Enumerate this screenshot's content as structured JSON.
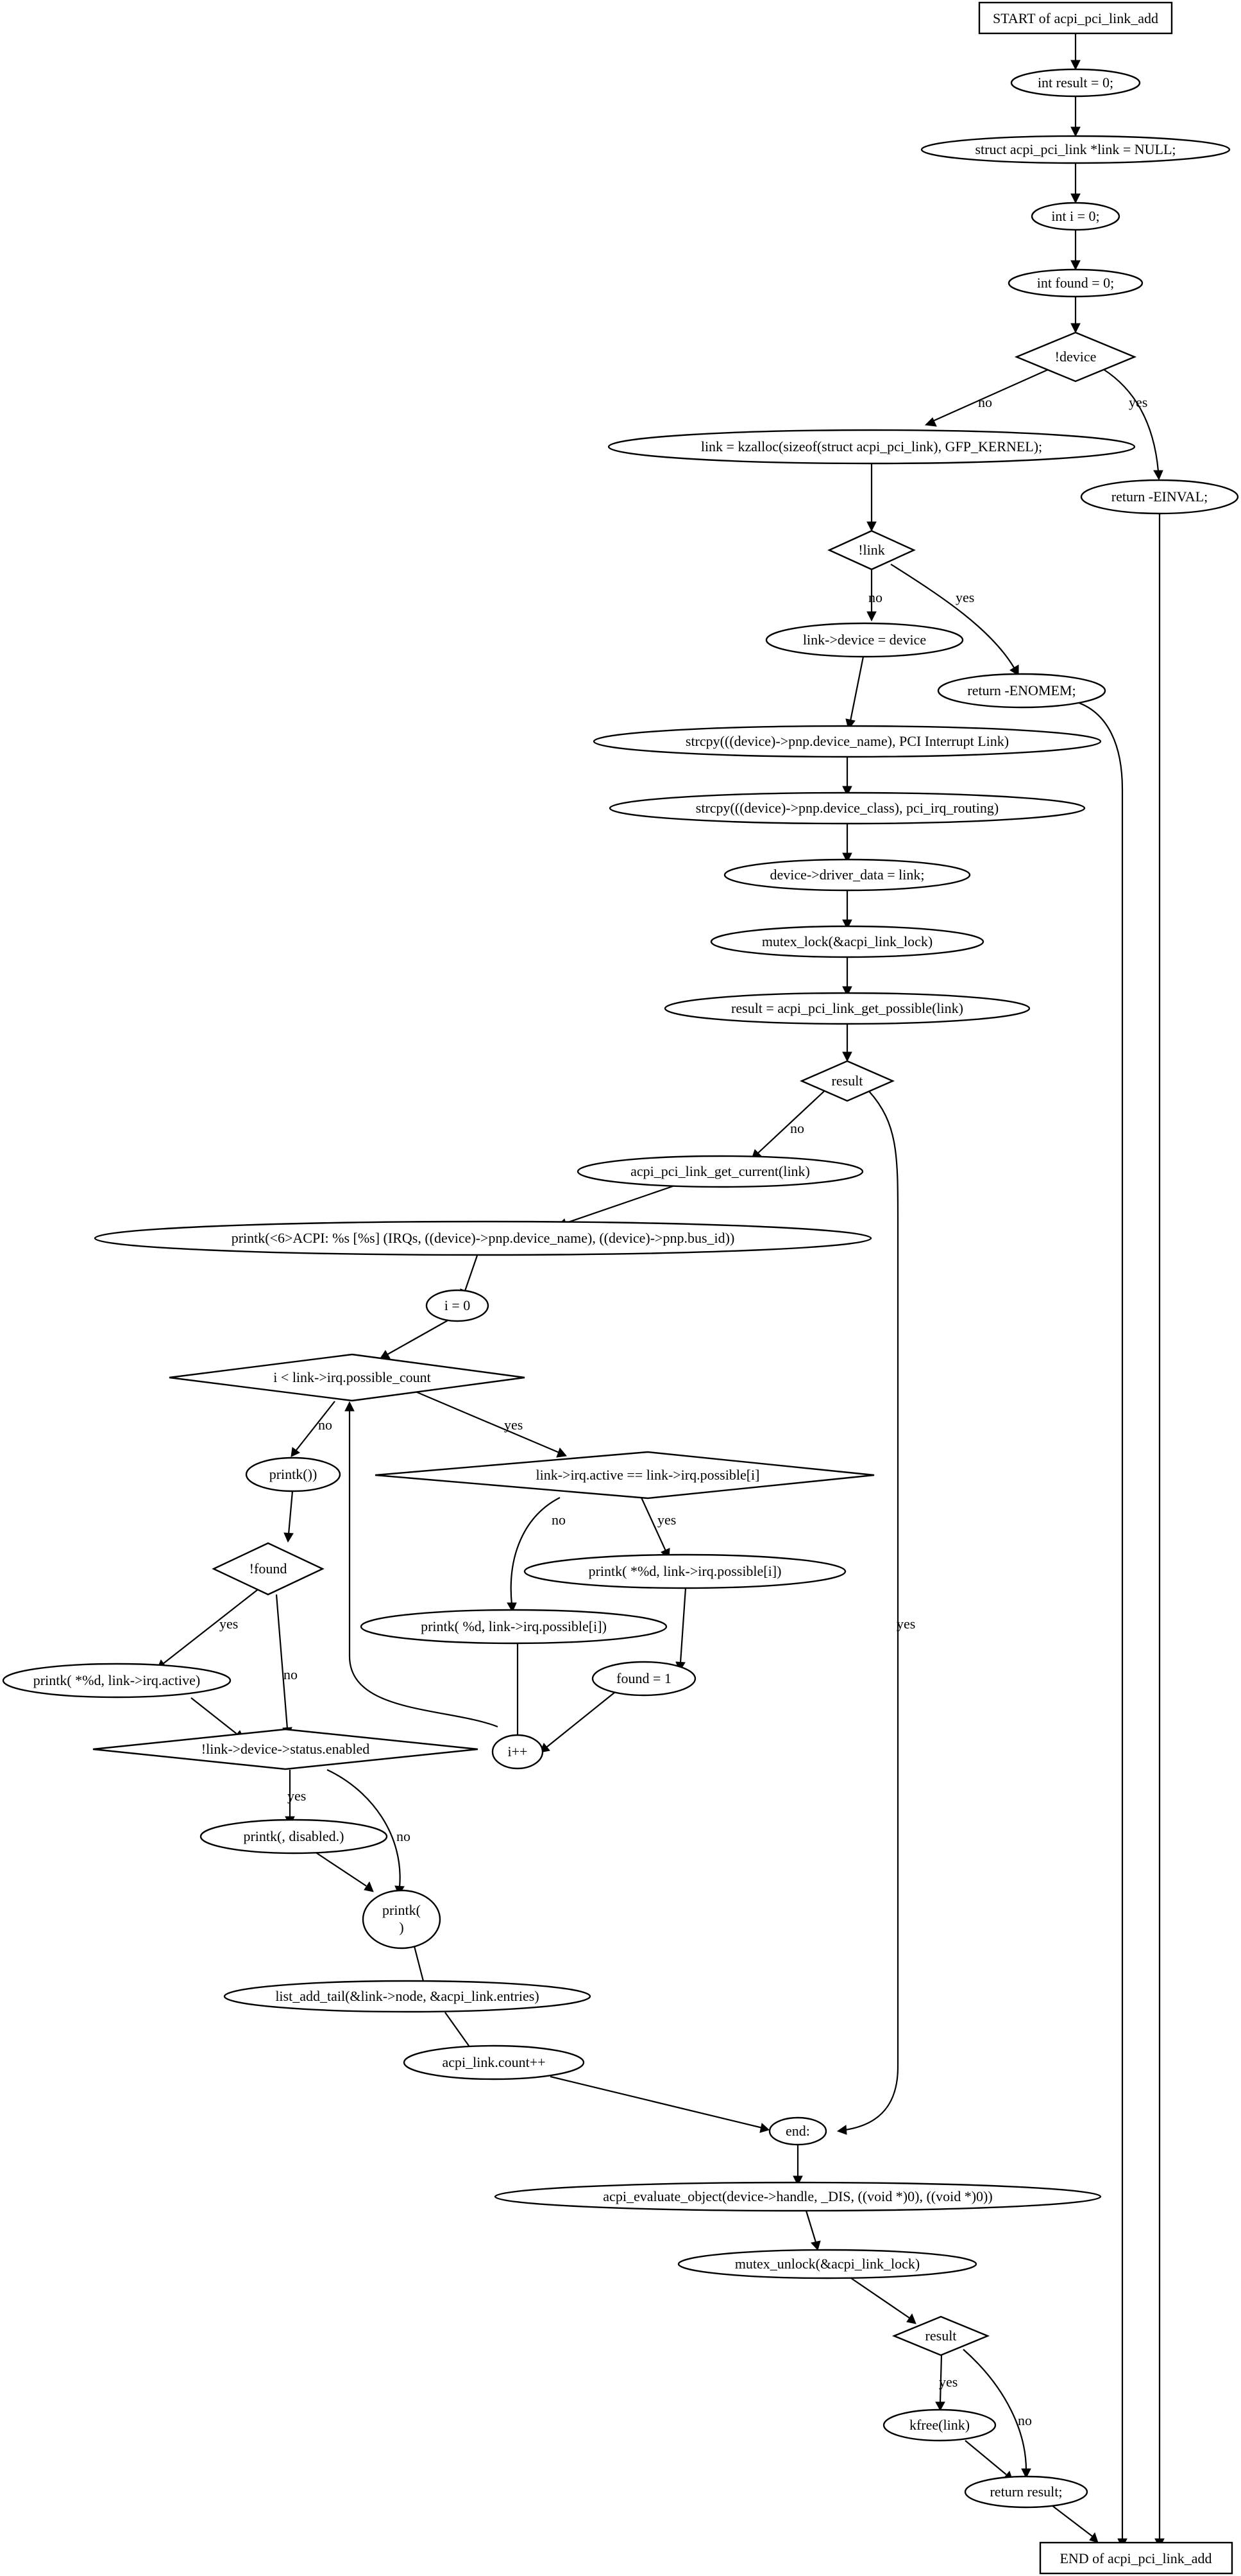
{
  "colors": {
    "highlight_lock": "#add8e6",
    "highlight_unlock": "#ffff00",
    "stroke": "#000000",
    "background": "#ffffff"
  },
  "nodes": {
    "start": {
      "label": "START of acpi_pci_link_add",
      "shape": "box"
    },
    "n_result_decl": {
      "label": "int result = 0;",
      "shape": "ellipse"
    },
    "n_link_decl": {
      "label": "struct acpi_pci_link *link = NULL;",
      "shape": "ellipse"
    },
    "n_i_decl": {
      "label": "int i = 0;",
      "shape": "ellipse"
    },
    "n_found_decl": {
      "label": "int found = 0;",
      "shape": "ellipse"
    },
    "d_device": {
      "label": "!device",
      "shape": "diamond"
    },
    "n_kzalloc": {
      "label": "link = kzalloc(sizeof(struct acpi_pci_link), GFP_KERNEL);",
      "shape": "ellipse"
    },
    "n_ret_einval": {
      "label": "return -EINVAL;",
      "shape": "ellipse"
    },
    "d_link": {
      "label": "!link",
      "shape": "diamond"
    },
    "n_link_device": {
      "label": "link->device = device",
      "shape": "ellipse"
    },
    "n_ret_enomem": {
      "label": "return -ENOMEM;",
      "shape": "ellipse"
    },
    "n_strcpy_name": {
      "label": "strcpy(((device)->pnp.device_name), PCI Interrupt Link)",
      "shape": "ellipse"
    },
    "n_strcpy_class": {
      "label": "strcpy(((device)->pnp.device_class), pci_irq_routing)",
      "shape": "ellipse"
    },
    "n_driver_data": {
      "label": "device->driver_data = link;",
      "shape": "ellipse"
    },
    "n_mutex_lock": {
      "label": "mutex_lock(&acpi_link_lock)",
      "shape": "ellipse",
      "fill": "highlight_lock"
    },
    "n_get_possible": {
      "label": "result = acpi_pci_link_get_possible(link)",
      "shape": "ellipse"
    },
    "d_result1": {
      "label": "result",
      "shape": "diamond"
    },
    "n_get_current": {
      "label": "acpi_pci_link_get_current(link)",
      "shape": "ellipse"
    },
    "n_printk_irqs": {
      "label": "printk(<6>ACPI: %s [%s] (IRQs, ((device)->pnp.device_name), ((device)->pnp.bus_id))",
      "shape": "ellipse"
    },
    "n_i_zero": {
      "label": "i = 0",
      "shape": "ellipse"
    },
    "d_loop": {
      "label": "i < link->irq.possible_count",
      "shape": "diamond"
    },
    "n_printk_close": {
      "label": "printk())",
      "shape": "ellipse"
    },
    "d_active_eq": {
      "label": "link->irq.active == link->irq.possible[i]",
      "shape": "diamond"
    },
    "n_printk_star": {
      "label": "printk( *%d, link->irq.possible[i])",
      "shape": "ellipse"
    },
    "n_printk_plain": {
      "label": "printk( %d, link->irq.possible[i])",
      "shape": "ellipse"
    },
    "d_found": {
      "label": "!found",
      "shape": "diamond"
    },
    "n_found_one": {
      "label": "found = 1",
      "shape": "ellipse"
    },
    "n_printk_active": {
      "label": "printk( *%d, link->irq.active)",
      "shape": "ellipse"
    },
    "n_i_inc": {
      "label": "i++",
      "shape": "ellipse"
    },
    "d_enabled": {
      "label": "!link->device->status.enabled",
      "shape": "diamond"
    },
    "n_printk_disabled": {
      "label": "printk(, disabled.)",
      "shape": "ellipse"
    },
    "n_printk_nl_1": {
      "label": "printk(",
      "shape": "ellipse"
    },
    "n_printk_nl_2": {
      "label": ")",
      "shape": "ellipse"
    },
    "n_list_add": {
      "label": "list_add_tail(&link->node, &acpi_link.entries)",
      "shape": "ellipse"
    },
    "n_count_inc": {
      "label": "acpi_link.count++",
      "shape": "ellipse"
    },
    "n_end_label": {
      "label": "end:",
      "shape": "ellipse"
    },
    "n_evaluate": {
      "label": "acpi_evaluate_object(device->handle, _DIS, ((void *)0), ((void *)0))",
      "shape": "ellipse"
    },
    "n_mutex_unlock": {
      "label": "mutex_unlock(&acpi_link_lock)",
      "shape": "ellipse",
      "fill": "highlight_unlock"
    },
    "d_result2": {
      "label": "result",
      "shape": "diamond"
    },
    "n_kfree": {
      "label": "kfree(link)",
      "shape": "ellipse"
    },
    "n_ret_result": {
      "label": "return result;",
      "shape": "ellipse"
    },
    "end": {
      "label": "END of acpi_pci_link_add",
      "shape": "box"
    }
  },
  "edge_labels": {
    "device_no": "no",
    "device_yes": "yes",
    "link_no": "no",
    "link_yes": "yes",
    "result1_no": "no",
    "result1_yes": "yes",
    "loop_no": "no",
    "loop_yes": "yes",
    "active_no": "no",
    "active_yes": "yes",
    "found_yes": "yes",
    "found_no": "no",
    "enabled_yes": "yes",
    "enabled_no": "no",
    "result2_yes": "yes",
    "result2_no": "no"
  }
}
